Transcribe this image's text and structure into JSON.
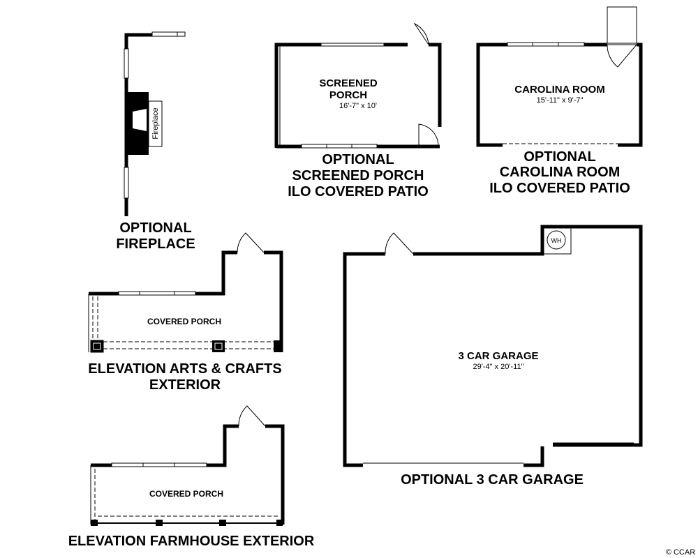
{
  "fireplace": {
    "label_line1": "OPTIONAL",
    "label_line2": "FIREPLACE",
    "tag": "Fireplace"
  },
  "screened_porch": {
    "room_line1": "SCREENED",
    "room_line2": "PORCH",
    "dims": "16'-7\" x 10'",
    "label_line1": "OPTIONAL",
    "label_line2": "SCREENED PORCH",
    "label_line3": "ILO COVERED PATIO"
  },
  "carolina_room": {
    "room": "CAROLINA ROOM",
    "dims": "15'-11\" x 9'-7\"",
    "label_line1": "OPTIONAL",
    "label_line2": "CAROLINA ROOM",
    "label_line3": "ILO COVERED PATIO"
  },
  "arts_crafts": {
    "room": "COVERED PORCH",
    "label_line1": "ELEVATION ARTS & CRAFTS",
    "label_line2": "EXTERIOR"
  },
  "farmhouse": {
    "room": "COVERED PORCH",
    "label": "ELEVATION FARMHOUSE EXTERIOR"
  },
  "garage": {
    "room": "3 CAR GARAGE",
    "dims": "29'-4\" x 20'-11\"",
    "wh": "WH",
    "label": "OPTIONAL 3 CAR GARAGE"
  },
  "copyright": "© CCAR"
}
